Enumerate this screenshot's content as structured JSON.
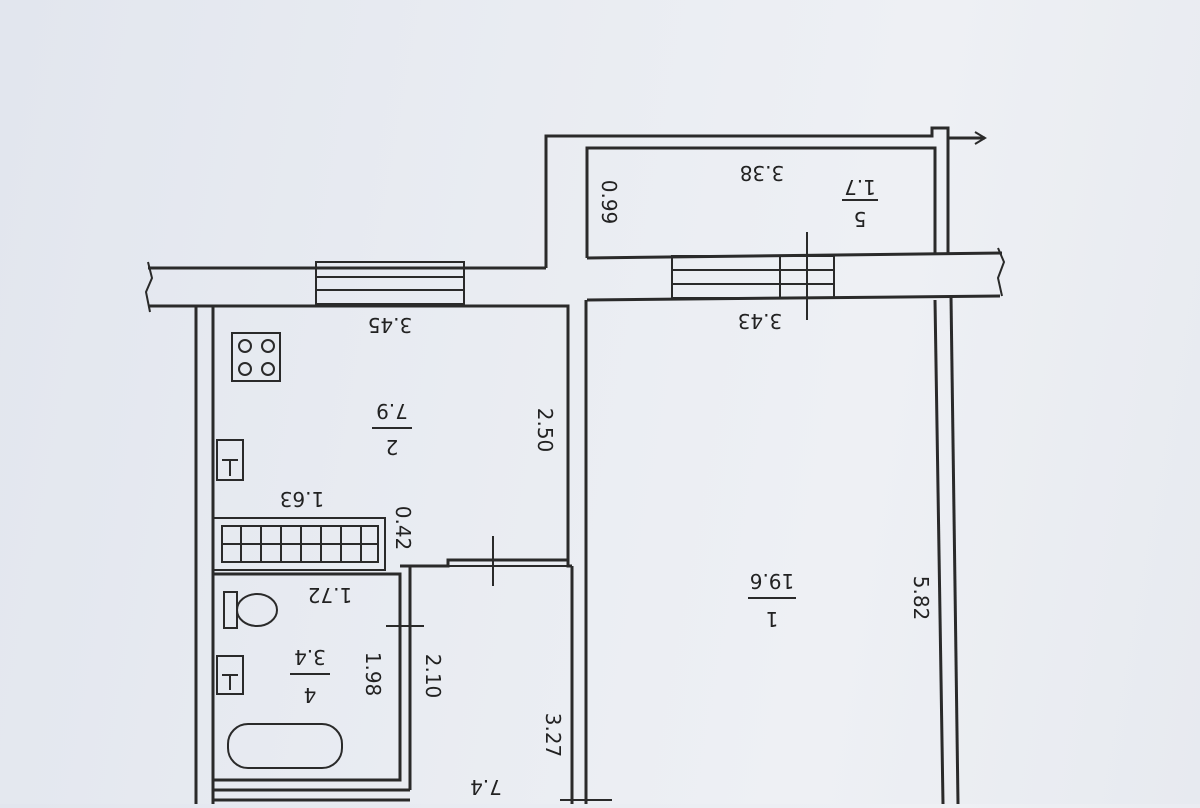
{
  "rooms": [
    {
      "number": "1",
      "area": "19.6"
    },
    {
      "number": "2",
      "area": "7.9"
    },
    {
      "number": "4",
      "area": "3.4"
    },
    {
      "number": "5",
      "area": "1.7"
    },
    {
      "number": "",
      "area": "7.4"
    }
  ],
  "dimensions": {
    "balcony_length": "3.38",
    "balcony_depth": "0.99",
    "kitchen_width": "3.45",
    "room1_width": "3.43",
    "kitchen_depth": "2.50",
    "room1_length": "5.82",
    "storage_width": "1.63",
    "storage_depth": "0.42",
    "bath_width": "1.72",
    "bath_depth": "1.98",
    "hall_depth": "2.10",
    "hall_length": "3.27"
  }
}
